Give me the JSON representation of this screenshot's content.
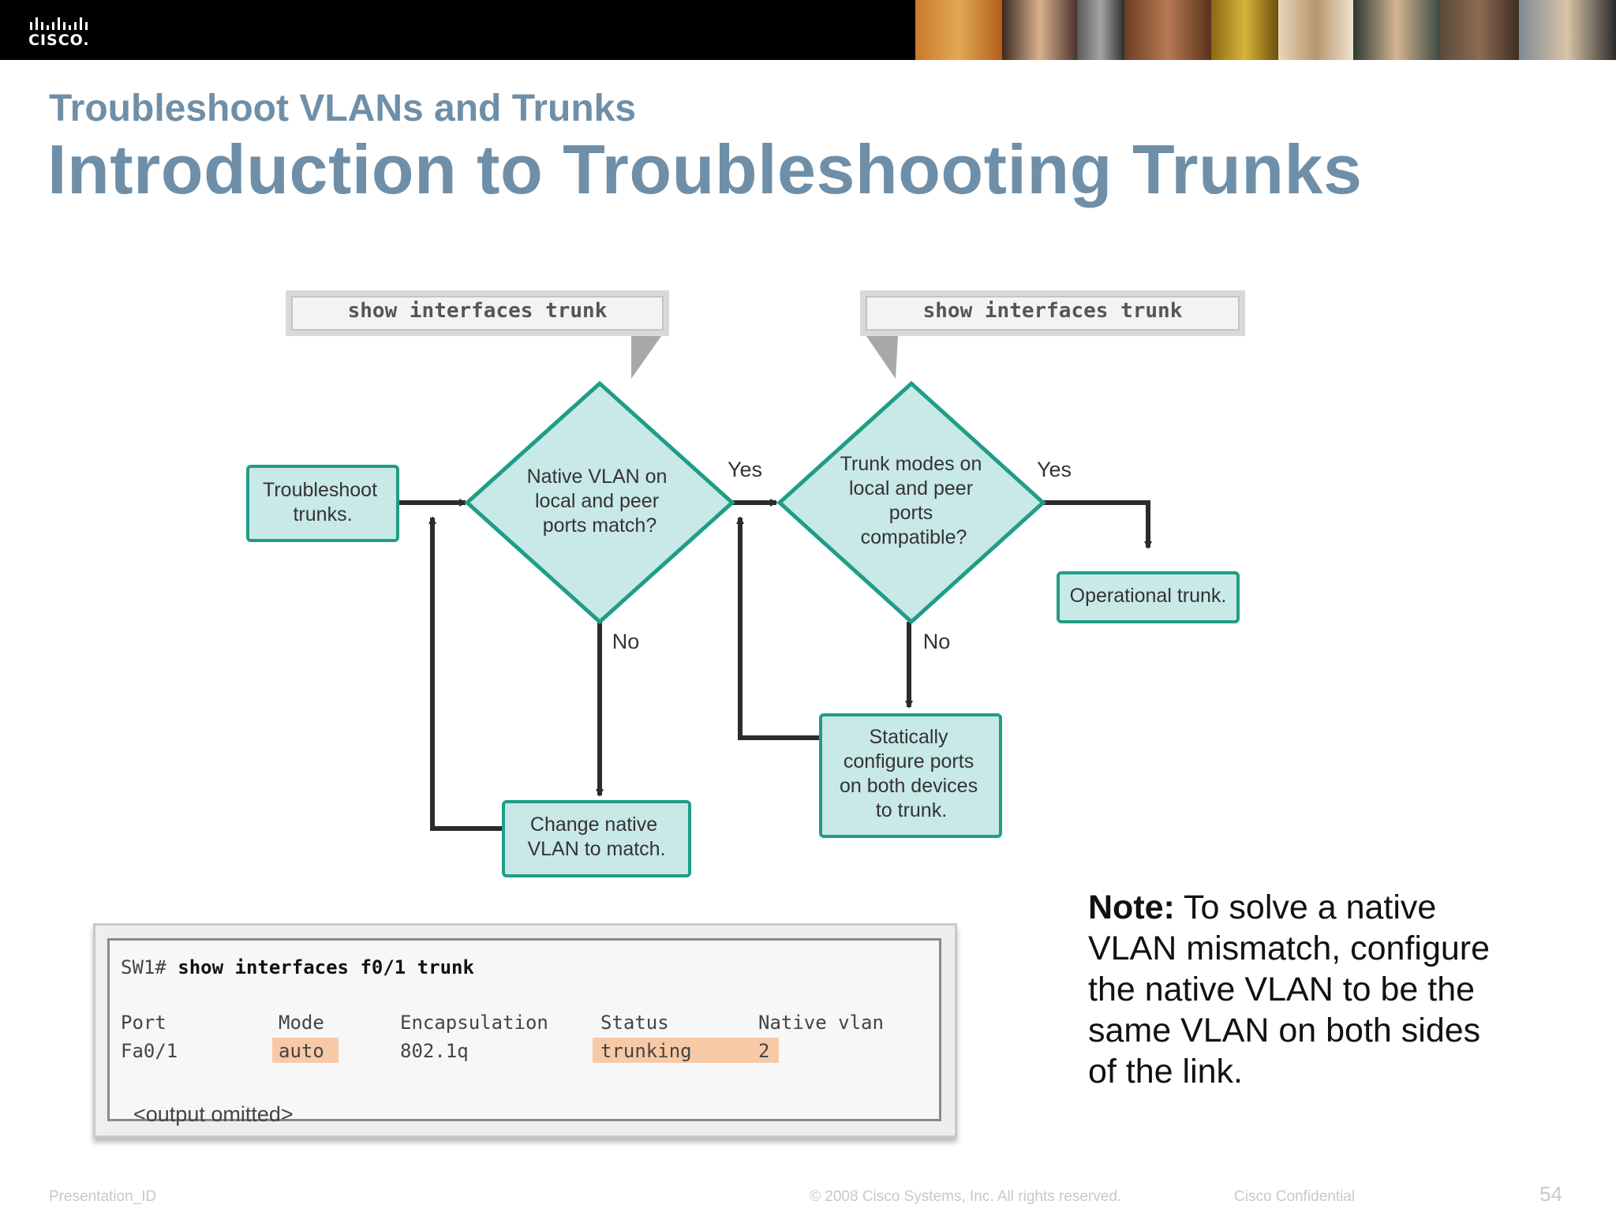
{
  "header": {
    "logo_text": "CISCO.",
    "subtitle": "Troubleshoot VLANs and Trunks",
    "title": "Introduction to Troubleshooting Trunks"
  },
  "diagram": {
    "callout_left": "show interfaces trunk",
    "callout_right": "show interfaces trunk",
    "start_box": [
      "Troubleshoot",
      "trunks."
    ],
    "decision1": [
      "Native VLAN on",
      "local and peer",
      "ports match?"
    ],
    "decision2": [
      "Trunk modes on",
      "local and peer",
      "ports",
      "compatible?"
    ],
    "yes1": "Yes",
    "yes2": "Yes",
    "no1": "No",
    "no2": "No",
    "end_box": "Operational trunk.",
    "fix1_box": [
      "Change native",
      "VLAN to match."
    ],
    "fix2_box": [
      "Statically",
      "configure ports",
      "on both devices",
      "to trunk."
    ],
    "colors": {
      "box_fill": "#c9e8e8",
      "box_border": "#1f9d86",
      "arrow": "#2b2b2b"
    }
  },
  "cli": {
    "prompt": "SW1#",
    "command": "show interfaces f0/1 trunk",
    "headers": [
      "Port",
      "Mode",
      "Encapsulation",
      "Status",
      "Native vlan"
    ],
    "row": [
      "Fa0/1",
      "auto",
      "802.1q",
      "trunking",
      "2"
    ],
    "omitted": "<output omitted>",
    "highlight_color": "#f8c9a7"
  },
  "note": {
    "label": "Note:",
    "text": " To solve a native VLAN mismatch, configure the native VLAN to be the same VLAN on both sides of the link."
  },
  "footer": {
    "left": "Presentation_ID",
    "center": "© 2008 Cisco Systems, Inc. All rights reserved.",
    "right": "Cisco Confidential",
    "page": "54"
  }
}
